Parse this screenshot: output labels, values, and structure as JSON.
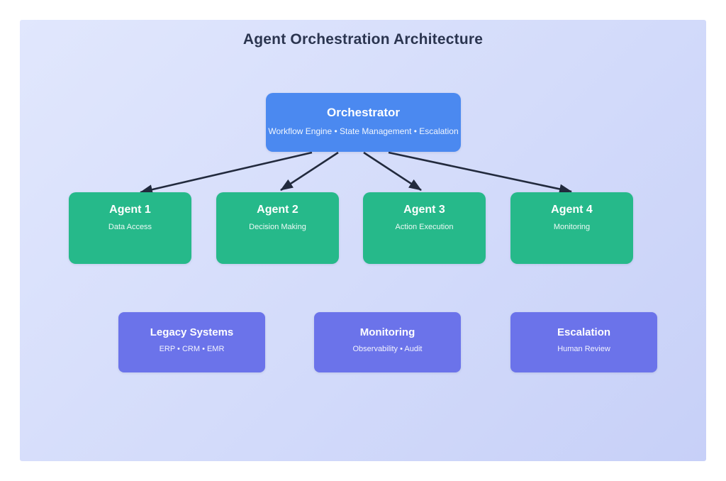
{
  "title": "Agent Orchestration Architecture",
  "colors": {
    "orchestrator_fill": "#4b89f0",
    "agent_fill": "#26b98a",
    "system_fill": "#6b73ea",
    "arrow": "#222a3d",
    "canvas_gradient_from": "#e1e7fd",
    "canvas_gradient_to": "#c7d0f8",
    "title_text": "#2b3550"
  },
  "orchestrator": {
    "title": "Orchestrator",
    "subtitle": "Workflow Engine • State Management • Escalation"
  },
  "agents": [
    {
      "title": "Agent 1",
      "subtitle": "Data Access"
    },
    {
      "title": "Agent 2",
      "subtitle": "Decision Making"
    },
    {
      "title": "Agent 3",
      "subtitle": "Action Execution"
    },
    {
      "title": "Agent 4",
      "subtitle": "Monitoring"
    }
  ],
  "systems": [
    {
      "title": "Legacy Systems",
      "subtitle": "ERP • CRM • EMR"
    },
    {
      "title": "Monitoring",
      "subtitle": "Observability • Audit"
    },
    {
      "title": "Escalation",
      "subtitle": "Human Review"
    }
  ]
}
